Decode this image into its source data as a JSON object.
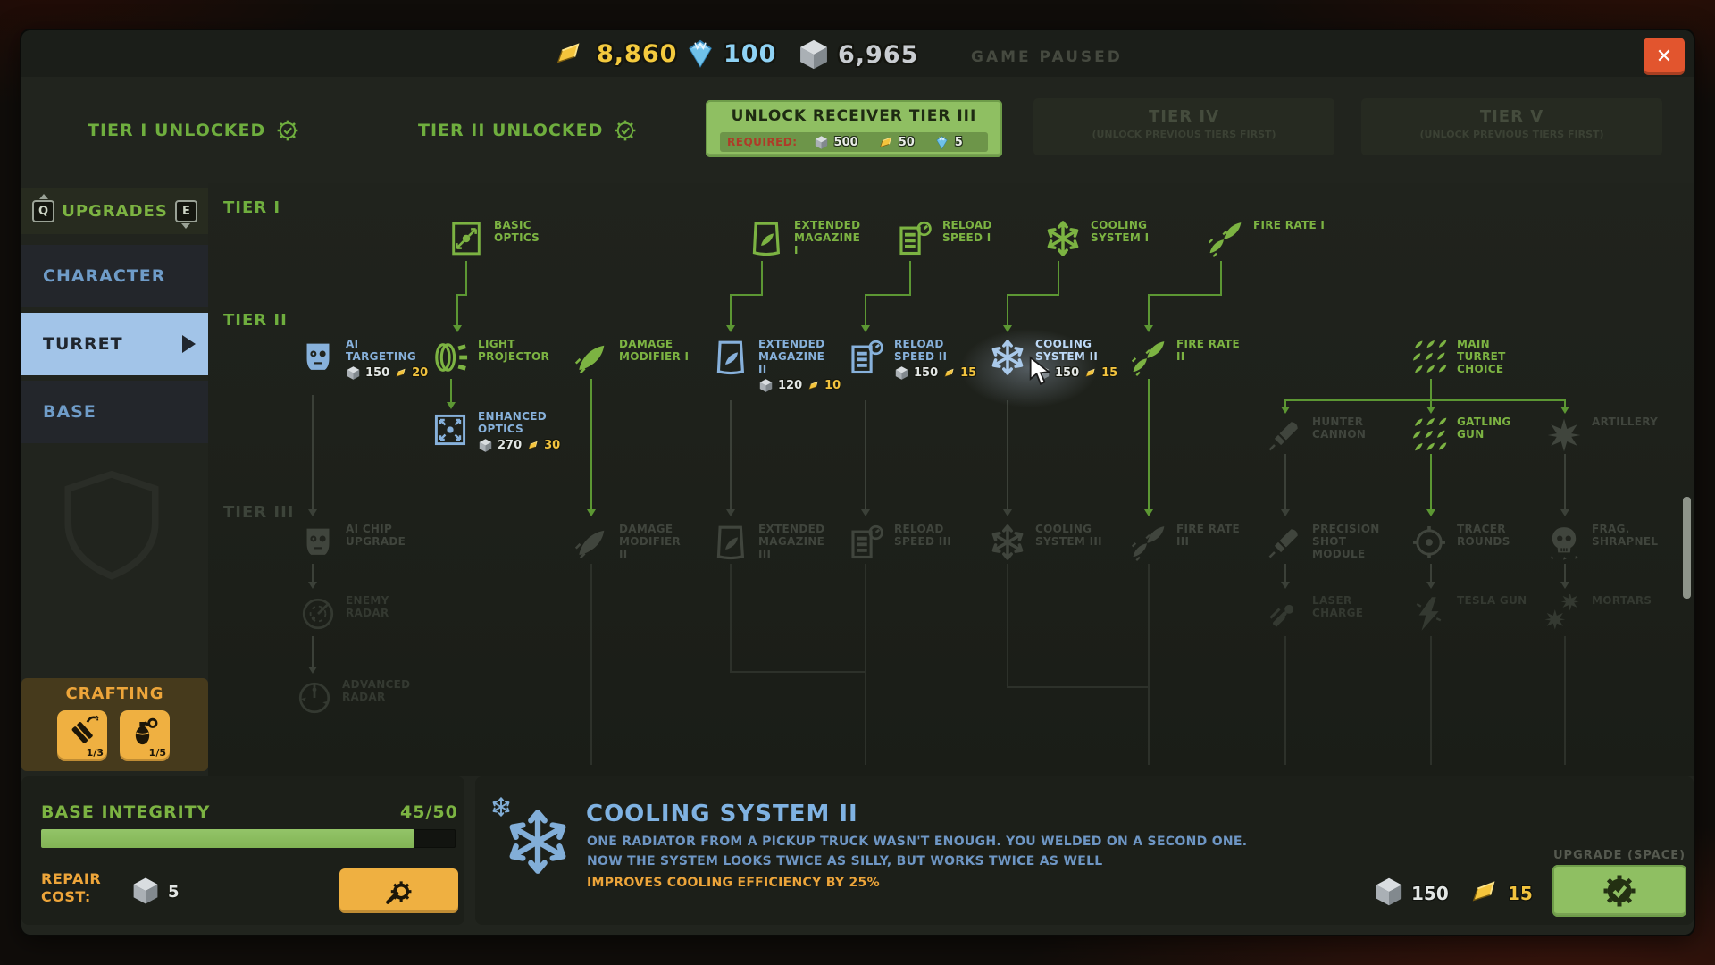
{
  "topbar": {
    "gold": "8,860",
    "diamond": "100",
    "metal": "6,965",
    "paused_label": "GAME PAUSED",
    "close_label": "✕"
  },
  "tiers": {
    "t1_unlocked": "TIER I UNLOCKED",
    "t2_unlocked": "TIER II UNLOCKED",
    "unlock": {
      "title": "UNLOCK RECEIVER TIER III",
      "required": "REQUIRED:",
      "metal": "500",
      "gold": "50",
      "diamond": "5"
    },
    "t4": {
      "title": "TIER IV",
      "sub": "(UNLOCK PREVIOUS TIERS FIRST)"
    },
    "t5": {
      "title": "TIER V",
      "sub": "(UNLOCK PREVIOUS TIERS FIRST)"
    }
  },
  "sidebar": {
    "key_q": "Q",
    "title": "UPGRADES",
    "key_e": "E",
    "character": "CHARACTER",
    "turret": "TURRET",
    "base": "BASE"
  },
  "tree": {
    "labels": {
      "t1": "TIER I",
      "t2": "TIER II",
      "t3": "TIER III"
    },
    "nodes": {
      "basic_optics": {
        "label": "BASIC OPTICS"
      },
      "ext_mag_1": {
        "label": "EXTENDED MAGAZINE I"
      },
      "reload_1": {
        "label": "RELOAD SPEED I"
      },
      "cooling_1": {
        "label": "COOLING SYSTEM I"
      },
      "fire_1": {
        "label": "FIRE RATE I"
      },
      "ai_targeting": {
        "label": "AI TARGETING",
        "metal": "150",
        "gold": "20"
      },
      "light_projector": {
        "label": "LIGHT PROJECTOR"
      },
      "damage_1": {
        "label": "DAMAGE MODIFIER I"
      },
      "ext_mag_2": {
        "label": "EXTENDED MAGAZINE II",
        "metal": "120",
        "gold": "10"
      },
      "reload_2": {
        "label": "RELOAD SPEED II",
        "metal": "150",
        "gold": "15"
      },
      "cooling_2": {
        "label": "COOLING SYSTEM II",
        "metal": "150",
        "gold": "15"
      },
      "fire_2": {
        "label": "FIRE RATE II"
      },
      "main_turret": {
        "label": "MAIN TURRET CHOICE"
      },
      "enhanced_optics": {
        "label": "ENHANCED OPTICS",
        "metal": "270",
        "gold": "30"
      },
      "hunter": {
        "label": "HUNTER CANNON"
      },
      "gatling": {
        "label": "GATLING GUN"
      },
      "artillery": {
        "label": "ARTILLERY"
      },
      "ai_chip": {
        "label": "AI CHIP UPGRADE"
      },
      "damage_2": {
        "label": "DAMAGE MODIFIER II"
      },
      "ext_mag_3": {
        "label": "EXTENDED MAGAZINE III"
      },
      "reload_3": {
        "label": "RELOAD SPEED III"
      },
      "cooling_3": {
        "label": "COOLING SYSTEM III"
      },
      "fire_3": {
        "label": "FIRE RATE III"
      },
      "precision": {
        "label": "PRECISION SHOT MODULE"
      },
      "tracer": {
        "label": "TRACER ROUNDS"
      },
      "frag": {
        "label": "FRAG. SHRAPNEL"
      },
      "enemy_radar": {
        "label": "ENEMY RADAR"
      },
      "laser": {
        "label": "LASER CHARGE"
      },
      "tesla": {
        "label": "TESLA GUN"
      },
      "mortars": {
        "label": "MORTARS"
      },
      "advanced_radar": {
        "label": "ADVANCED RADAR"
      }
    }
  },
  "crafting": {
    "title": "CRAFTING",
    "slot1_count": "1/3",
    "slot2_count": "1/5"
  },
  "base_panel": {
    "title": "BASE INTEGRITY",
    "value": "45/50",
    "integrity_pct": 90,
    "repair_line1": "REPAIR",
    "repair_line2": "COST:",
    "repair_cost": "5"
  },
  "detail": {
    "title": "COOLING SYSTEM II",
    "desc1": "ONE RADIATOR FROM A PICKUP TRUCK WASN'T ENOUGH. YOU WELDED ON A SECOND ONE.",
    "desc2": "NOW THE SYSTEM LOOKS TWICE AS SILLY, BUT WORKS TWICE AS WELL",
    "effect": "IMPROVES COOLING EFFICIENCY BY 25%",
    "upgrade_hint": "UPGRADE (SPACE)",
    "cost_metal": "150",
    "cost_gold": "15"
  },
  "colors": {
    "green": "#7cb342",
    "blue": "#87b1db",
    "orange": "#efab3f",
    "locked": "#40453d",
    "accent_red": "#e2552e"
  }
}
